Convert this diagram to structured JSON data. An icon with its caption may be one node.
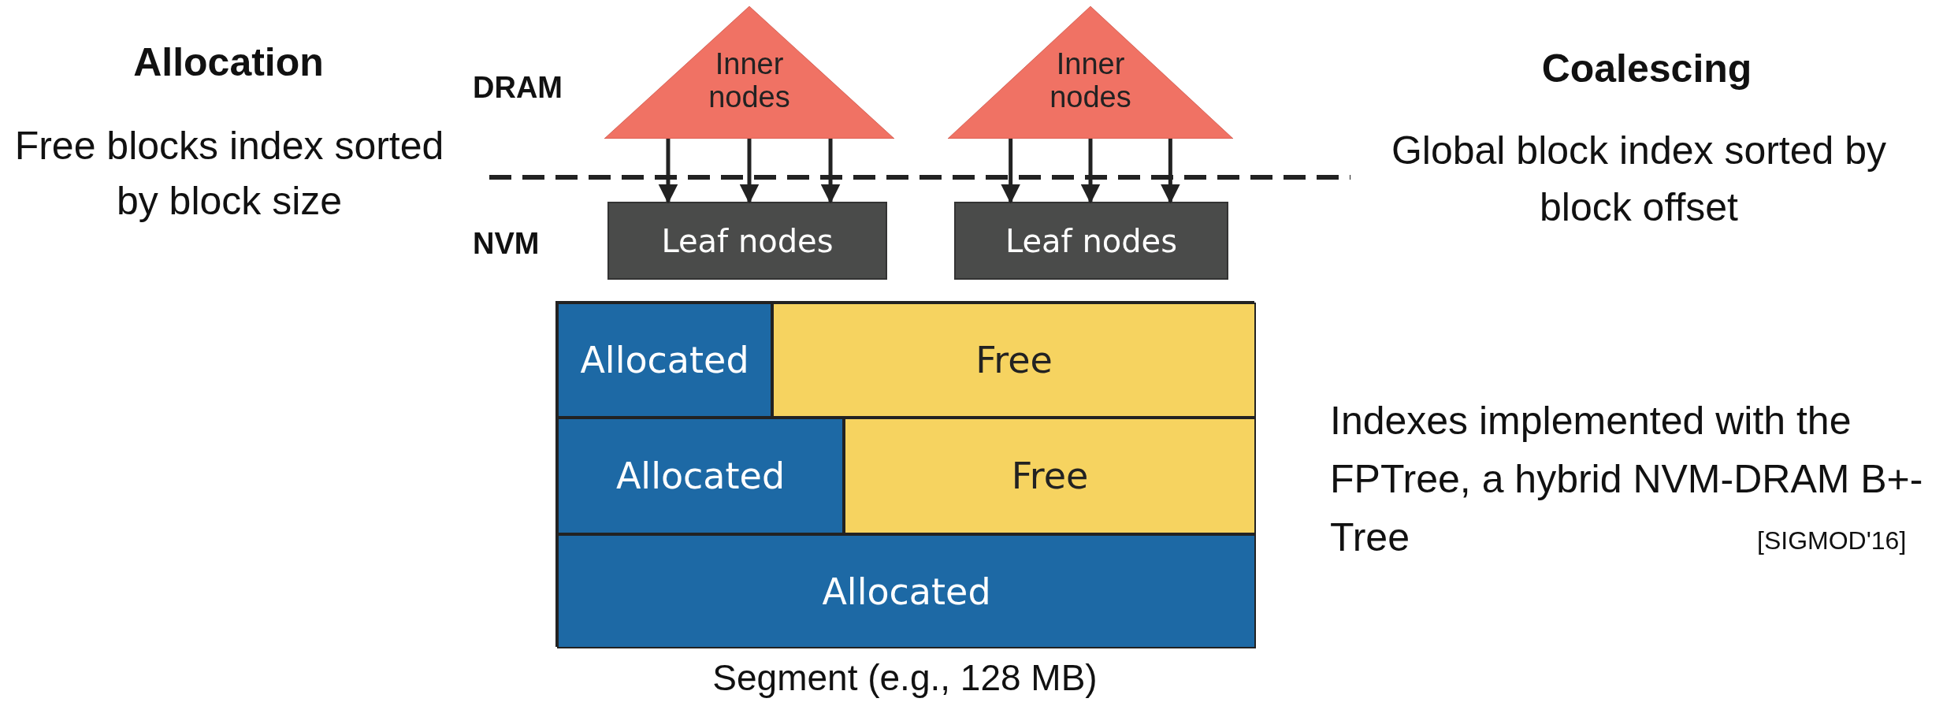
{
  "diagram": {
    "nodes": [
      {
        "text": [
          "Inner nodes"
        ]
      },
      {
        "text": [
          "Inner nodes"
        ]
      },
      {
        "text": [
          "Leaf nodes"
        ]
      },
      {
        "text": [
          "Leaf nodes"
        ]
      },
      {
        "text": [
          "Segment (e.g., 128 MB)"
        ]
      },
      {
        "text": [
          "Allocated"
        ],
        "in": 4
      },
      {
        "text": [
          "Free"
        ],
        "in": 4
      },
      {
        "text": [
          "Allocated"
        ],
        "in": 4
      },
      {
        "text": [
          "Free"
        ],
        "in": 4
      },
      {
        "text": [
          "Allocated"
        ],
        "in": 4
      }
    ],
    "edges": [
      {
        "from": 0,
        "to": 2,
        "arrow": "to"
      },
      {
        "from": 0,
        "to": 2,
        "arrow": "to"
      },
      {
        "from": 0,
        "to": 2,
        "arrow": "to"
      },
      {
        "from": 1,
        "to": 3,
        "arrow": "to"
      },
      {
        "from": 1,
        "to": 3,
        "arrow": "to"
      },
      {
        "from": 1,
        "to": 3,
        "arrow": "to"
      }
    ],
    "labels": [
      "Allocation",
      "DRAM",
      "Free blocks index sorted by block size",
      "NVM",
      "Coalescing",
      "Global block index sorted by block offset",
      "Indexes implemented with the FPTree, a hybrid NVM-DRAM B+-Tree",
      "[SIGMOD'16]"
    ]
  }
}
